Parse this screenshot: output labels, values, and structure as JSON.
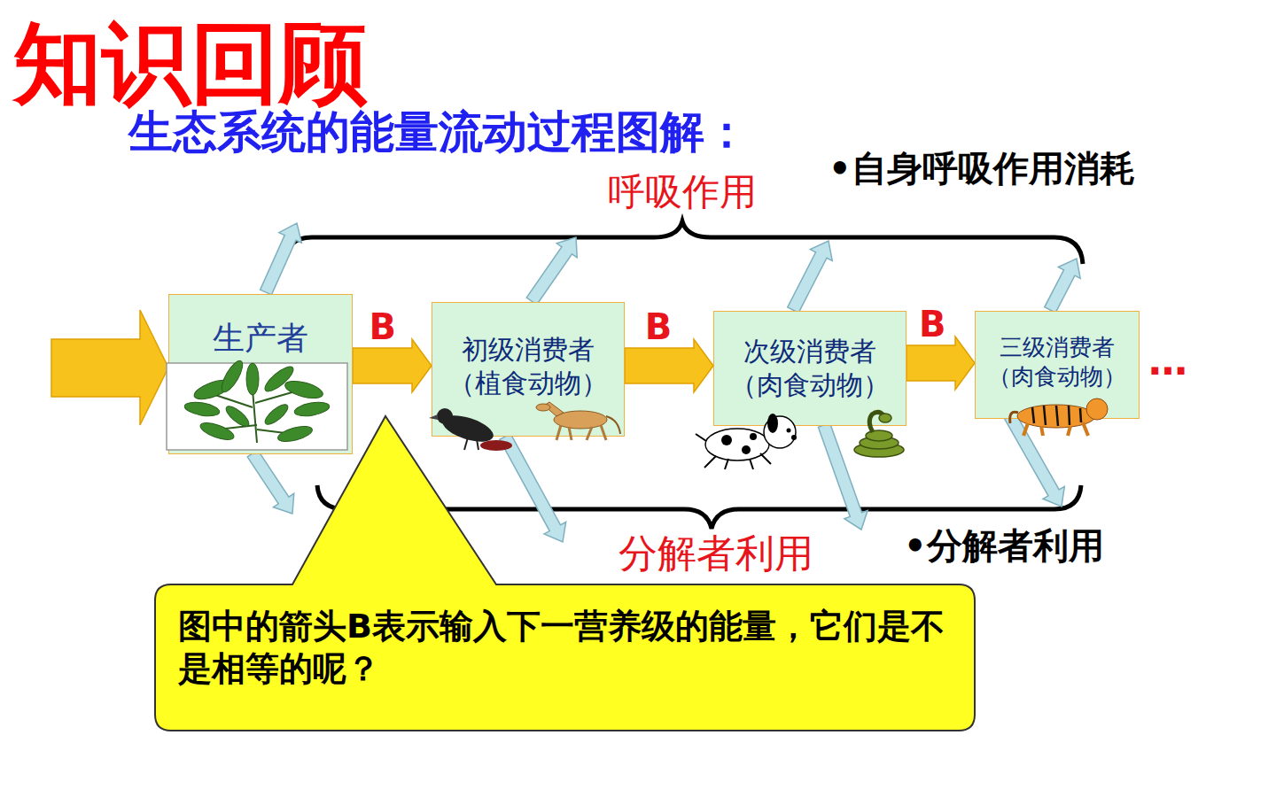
{
  "diagram": {
    "title": "生态系统的能量流动过程图解：",
    "nodes": [
      {
        "text": [
          "生产者"
        ]
      },
      {
        "text": [
          "初级消费者 （植食动物）"
        ]
      },
      {
        "text": [
          "次级消费者 （肉食动物）"
        ]
      },
      {
        "text": [
          "三级消费者 （肉食动物）"
        ]
      },
      {
        "text": [
          "图中的箭头B表示输入下一营养级的能量，它们是不是相等的呢？"
        ]
      }
    ],
    "edges": [
      {
        "from": 0,
        "to": 1,
        "arrow": "to",
        "label": "B"
      },
      {
        "from": 1,
        "to": 2,
        "arrow": "to",
        "label": "B"
      },
      {
        "from": 2,
        "to": 3,
        "arrow": "to",
        "label": "B"
      }
    ],
    "labels": [
      "知识回顾",
      "呼吸作用",
      "•自身呼吸作用消耗",
      "分解者利用",
      "•分解者利用",
      "…"
    ]
  }
}
